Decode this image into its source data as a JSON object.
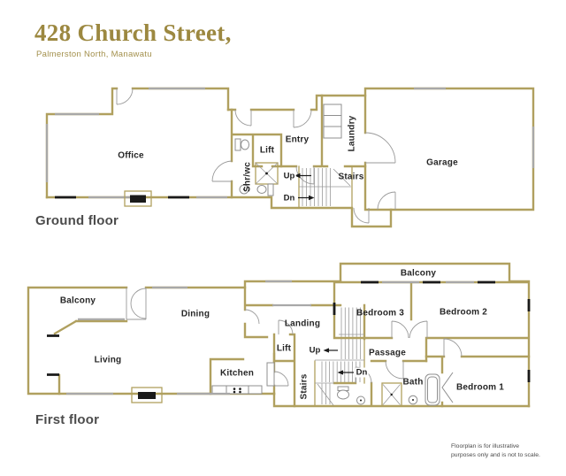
{
  "header": {
    "title": "428 Church Street,",
    "subtitle": "Palmerston North, Manawatu"
  },
  "labels": {
    "ground": {
      "floor": "Ground floor",
      "office": "Office",
      "shrwc": "Shr/wc",
      "lift": "Lift",
      "entry": "Entry",
      "laundry": "Laundry",
      "stairs": "Stairs",
      "up": "Up",
      "dn": "Dn",
      "garage": "Garage"
    },
    "first": {
      "floor": "First floor",
      "balcony_left": "Balcony",
      "living": "Living",
      "dining": "Dining",
      "landing": "Landing",
      "lift": "Lift",
      "kitchen": "Kitchen",
      "stairs": "Stairs",
      "up": "Up",
      "dn": "Dn",
      "passage": "Passage",
      "bedroom3": "Bedroom 3",
      "bedroom2": "Bedroom 2",
      "balcony_right": "Balcony",
      "bath": "Bath",
      "bedroom1": "Bedroom 1"
    }
  },
  "footer": {
    "line1": "Floorplan is for illustrative",
    "line2": "purposes only and is not to scale."
  },
  "colors": {
    "wall": "#b0a05f",
    "window_glass": "#a8a8a8",
    "marker_black": "#1a1a1a",
    "title_gold": "#9c8840",
    "room_label_text": "#262626",
    "floor_label_text": "#4c4c4c"
  }
}
